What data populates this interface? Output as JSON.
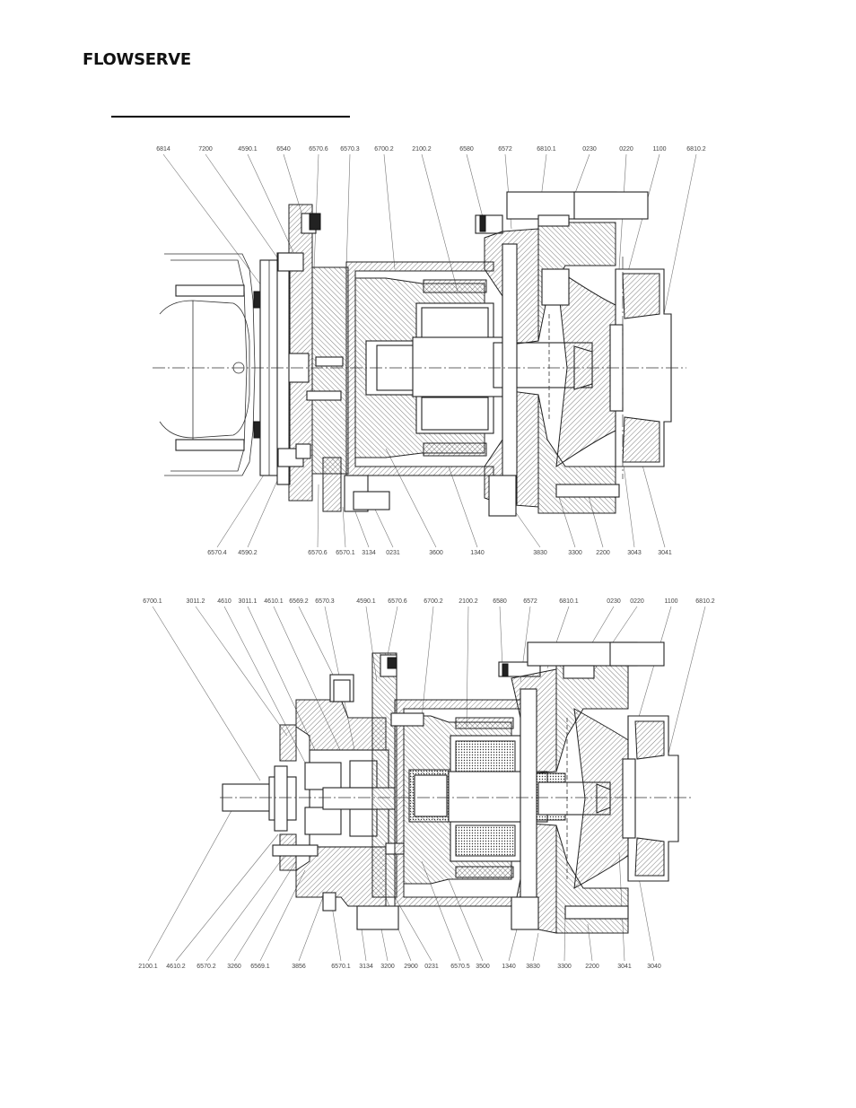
{
  "header": {
    "logo_text": "FLOWSERVE"
  },
  "drawing_1": {
    "labels_top": [
      "6814",
      "7200",
      "4590.1",
      "6540",
      "6570.6",
      "6570.3",
      "6700.2",
      "2100.2",
      "6580",
      "6572",
      "6810.1",
      "0230",
      "0220",
      "1100",
      "6810.2"
    ],
    "labels_bottom": [
      "6570.4",
      "4590.2",
      "6570.6",
      "6570.1",
      "3134",
      "0231",
      "3600",
      "1340",
      "3830",
      "3300",
      "2200",
      "3043",
      "3041"
    ]
  },
  "drawing_2": {
    "labels_top": [
      "6700.1",
      "3011.2",
      "4610",
      "3011.1",
      "4610.1",
      "6569.2",
      "6570.3",
      "4590.1",
      "6570.6",
      "6700.2",
      "2100.2",
      "6580",
      "6572",
      "6810.1",
      "0230",
      "0220",
      "1100",
      "6810.2"
    ],
    "labels_bottom": [
      "2100.1",
      "4610.2",
      "6570.2",
      "3260",
      "6569.1",
      "3856",
      "6570.1",
      "3134",
      "3200",
      "2900",
      "0231",
      "6570.5",
      "3500",
      "1340",
      "3830",
      "3300",
      "2200",
      "3041",
      "3040"
    ]
  }
}
